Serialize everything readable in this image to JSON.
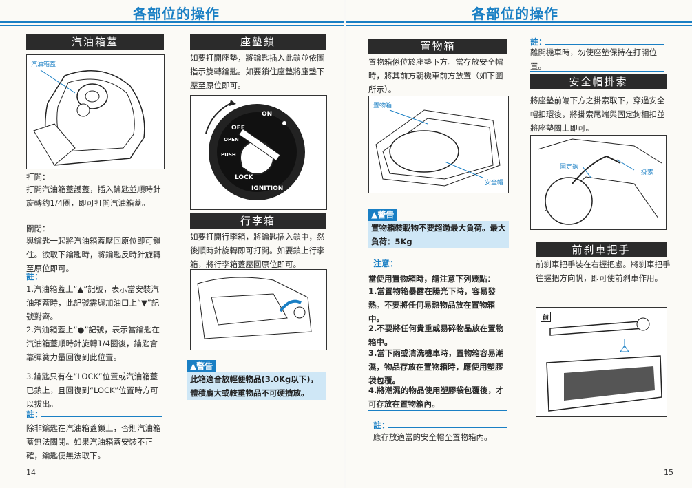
{
  "left": {
    "title": "各部位的操作",
    "page_number": "14",
    "fuel_cap": {
      "header": "汽油箱蓋",
      "figure_label": "汽油箱蓋",
      "open_title": "打開：",
      "open_text": "打開汽油箱蓋護蓋，插入鑰匙並順時針旋轉約1/4圈，即可打開汽油箱蓋。",
      "close_title": "關閉：",
      "close_text": "與鑰匙一起將汽油箱蓋壓回原位即可鎖住。欲取下鑰匙時，將鑰匙反時針旋轉至原位即可。",
      "note_label": "註：",
      "notes": [
        "1.汽油箱蓋上“▲”記號，表示當安裝汽油箱蓋時，此記號需與加油口上“▼”記號對齊。",
        "2.汽油箱蓋上“●”記號，表示當鑰匙在汽油箱蓋順時針旋轉1/4圈後，鑰匙會靠彈簧力量回復到此位置。",
        "3.鑰匙只有在“LOCK”位置或汽油箱蓋已鎖上，且回復到“LOCK”位置時方可以拔出。"
      ],
      "note2_label": "註：",
      "note2_text": "除非鑰匙在汽油箱蓋鎖上，否則汽油箱蓋無法關閉。如果汽油箱蓋安裝不正確，鑰匙便無法取下。"
    },
    "seat_lock": {
      "header": "座墊鎖",
      "text": "如要打開座墊，將鑰匙插入此鎖並依圖指示旋轉鑰匙。如要鎖住座墊將座墊下壓至原位即可。",
      "labels": {
        "on": "ON",
        "off": "OFF",
        "open": "OPEN",
        "push": "PUSH",
        "lock": "LOCK",
        "ignition": "IGNITION"
      }
    },
    "trunk": {
      "header": "行李箱",
      "text": "如要打開行李箱，將鑰匙插入鎖中，然後順時針旋轉即可打開。如要鎖上行李箱，將行李箱蓋壓回原位即可。",
      "warning_label": "警告",
      "warning_text": "此箱適合放輕便物品(3.0Kg以下)，體積龐大或較重物品不可硬擠放。"
    }
  },
  "right": {
    "title": "各部位的操作",
    "page_number": "15",
    "storage": {
      "header": "置物箱",
      "text": "置物箱係位於座墊下方。當存放安全帽時，將其前方朝機車前方放置（如下圖所示）。",
      "figure_label_box": "置物箱",
      "figure_label_helmet": "安全帽",
      "warning_label": "警告",
      "warning_text": "置物箱裝載物不要超過最大負荷。最大負荷：5Kg",
      "caution_label": "注意：",
      "caution_intro": "當使用置物箱時，請注意下列幾點：",
      "caution_items": [
        "1.當置物箱暴露在陽光下時，容易發熱。不要將任何易熱物品放在置物箱中。",
        "2.不要將任何貴重或易碎物品放在置物箱中。",
        "3.當下雨或清洗機車時，置物箱容易潮濕，物品存放在置物箱時，應使用塑膠袋包覆。",
        "4.將潮濕的物品使用塑膠袋包覆後，才可存放在置物箱內。"
      ],
      "note_label": "註：",
      "note_text": "應存放適當的安全帽至置物箱內。"
    },
    "top_note": {
      "label": "註：",
      "text": "離開機車時，勿使座墊保持在打開位置。"
    },
    "helmet_hook": {
      "header": "安全帽掛索",
      "text": "將座墊前端下方之掛索取下，穿過安全帽扣環後，將掛索尾端與固定鉤相扣並將座墊關上即可。",
      "label_hook": "固定鉤",
      "label_cable": "掛索"
    },
    "front_brake": {
      "header": "前刹車把手",
      "text": "前刹車把手裝在右握把處。將刹車把手往握把方向帆，即可使前刹車作用。",
      "label_front": "前"
    }
  }
}
